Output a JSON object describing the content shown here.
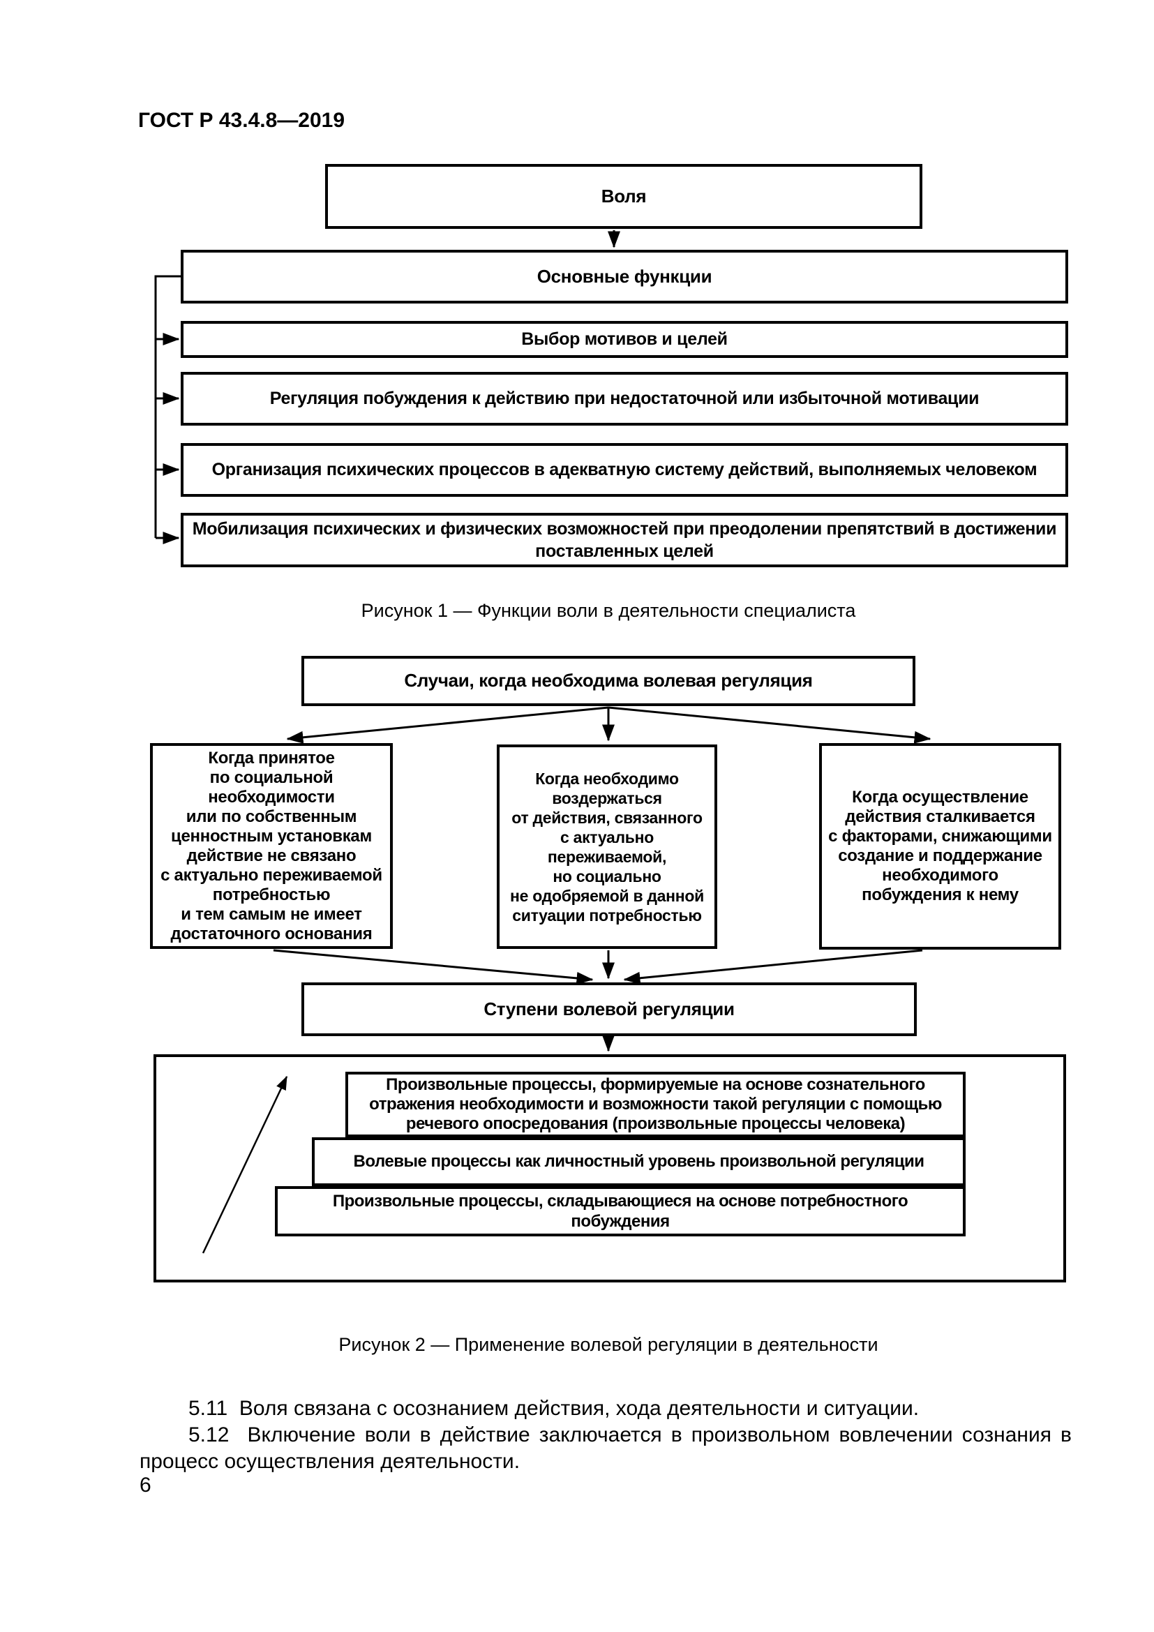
{
  "doc": {
    "header": "ГОСТ Р 43.4.8—2019",
    "page_number": "6"
  },
  "fig1": {
    "root": "Воля",
    "group": "Основные функции",
    "items": [
      "Выбор мотивов и целей",
      "Регуляция побуждения к действию при недостаточной или избыточной мотивации",
      "Организация психических процессов в адекватную систему действий, выполняемых человеком",
      "Мобилизация психических и физических возможностей при преодолении препятствий в достижении\nпоставленных целей"
    ],
    "caption": "Рисунок 1 — Функции воли в деятельности специалиста"
  },
  "fig2": {
    "cases_title": "Случаи, когда необходима волевая регуляция",
    "cases": [
      "Когда принятое\nпо социальной\nнеобходимости\nили по собственным\nценностным установкам\nдействие не связано\nс актуально переживаемой\nпотребностью\nи тем самым не имеет\nдостаточного основания",
      "Когда необходимо\nвоздержаться\nот действия, связанного\nс актуально переживаемой,\nно социально\nне одобряемой в данной\nситуации потребностью",
      "Когда осуществление\nдействия сталкивается\nс факторами, снижающими\nсоздание и поддержание\nнеобходимого\nпобуждения к нему"
    ],
    "steps_title": "Ступени волевой регуляции",
    "steps": [
      "Произвольные процессы, формируемые на основе сознательного\nотражения необходимости и возможности такой регуляции с помощью\nречевого опосредования (произвольные процессы человека)",
      "Волевые процессы как личностный уровень произвольной регуляции",
      "Произвольные процессы, складывающиеся на основе потребностного побуждения"
    ],
    "caption": "Рисунок 2 — Применение волевой регуляции в деятельности"
  },
  "body": {
    "paragraphs": [
      "5.11  Воля связана с осознанием действия, хода деятельности и ситуации.",
      "5.12  Включение воли в действие заключается в произвольном вовлечении сознания в процесс осуществления деятельности."
    ]
  }
}
